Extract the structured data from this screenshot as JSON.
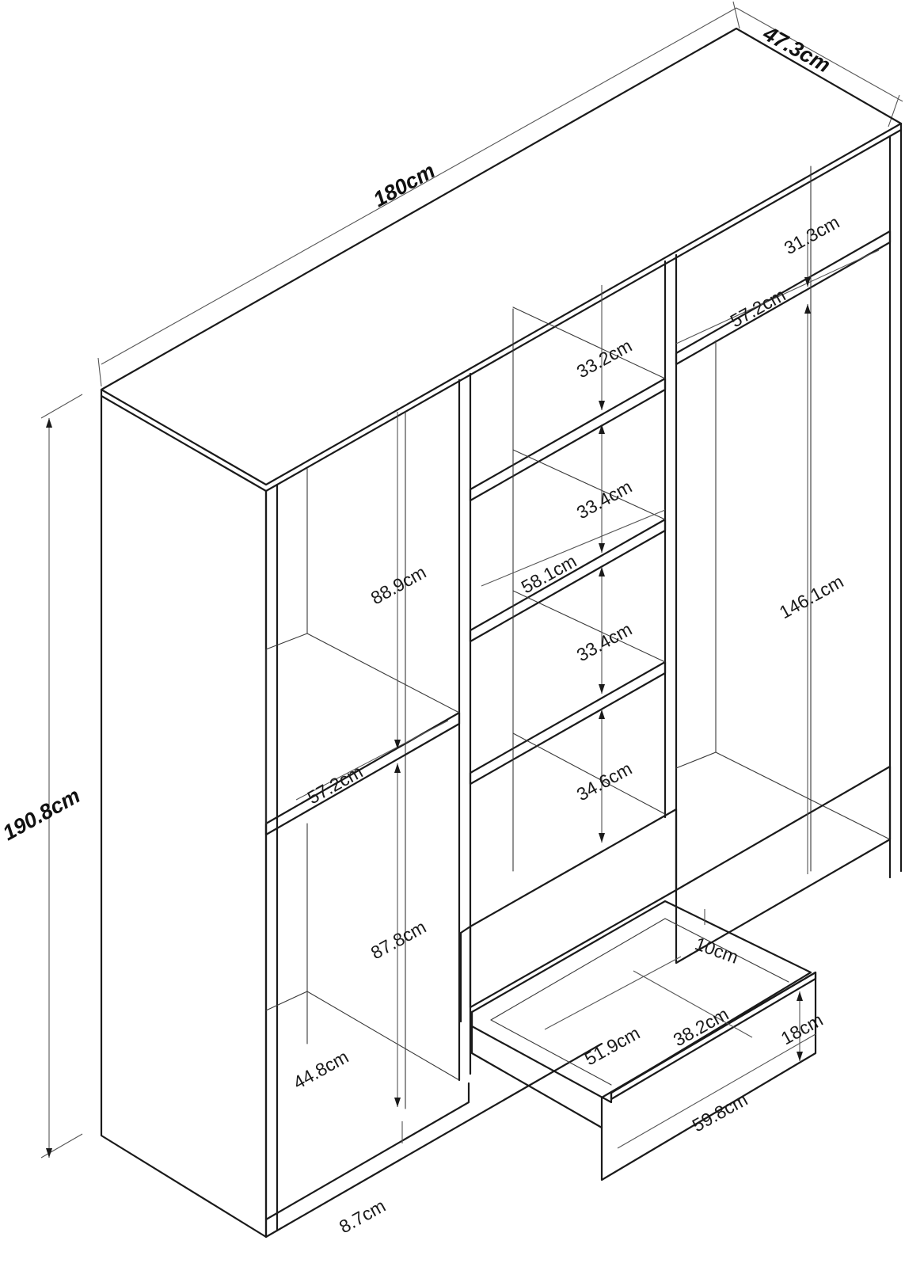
{
  "dimensions": {
    "width": "180cm",
    "depth": "47.3cm",
    "height": "190.8cm",
    "right_top_shelf_gap": "31.3cm",
    "right_shelf_depth": "57.2cm",
    "right_hanging_height": "146.1cm",
    "middle_cube_1": "33.2cm",
    "middle_cube_2": "33.4cm",
    "middle_shelf_depth": "58.1cm",
    "middle_cube_3": "33.4cm",
    "middle_cube_4": "34.6cm",
    "left_upper_height": "88.9cm",
    "left_shelf_depth": "57.2cm",
    "left_lower_height": "87.8cm",
    "left_bottom_depth": "44.8cm",
    "plinth_height": "8.7cm",
    "drawer_inner_height": "10cm",
    "drawer_inner_width": "51.9cm",
    "drawer_inner_depth": "38.2cm",
    "drawer_front_height": "18cm",
    "drawer_front_width": "59.8cm"
  }
}
